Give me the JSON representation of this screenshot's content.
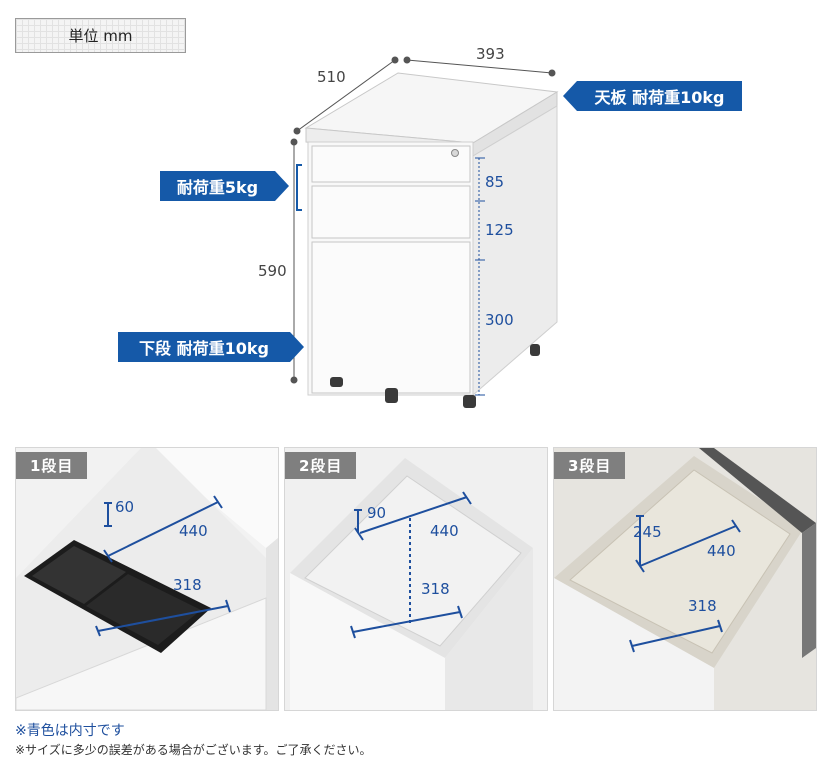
{
  "unit_label": "単位 mm",
  "dimensions": {
    "width": "393",
    "depth": "510",
    "height": "590",
    "drawer1": "85",
    "drawer2": "125",
    "drawer3": "300"
  },
  "callouts": {
    "top_load": "天板 耐荷重10kg",
    "drawer_load": "耐荷重5kg",
    "bottom_load": "下段 耐荷重10kg"
  },
  "panels": [
    {
      "label": "1段目",
      "depth": "440",
      "width": "318",
      "height": "60"
    },
    {
      "label": "2段目",
      "depth": "440",
      "width": "318",
      "height": "90"
    },
    {
      "label": "3段目",
      "depth": "440",
      "width": "318",
      "height": "245"
    }
  ],
  "notes": {
    "inner": "※青色は内寸です",
    "disclaimer": "※サイズに多少の誤差がある場合がございます。ご了承ください。"
  },
  "colors": {
    "accent_blue": "#1559a8",
    "inner_dim_blue": "#1e4f9e",
    "label_gray": "#7f7f7f"
  }
}
